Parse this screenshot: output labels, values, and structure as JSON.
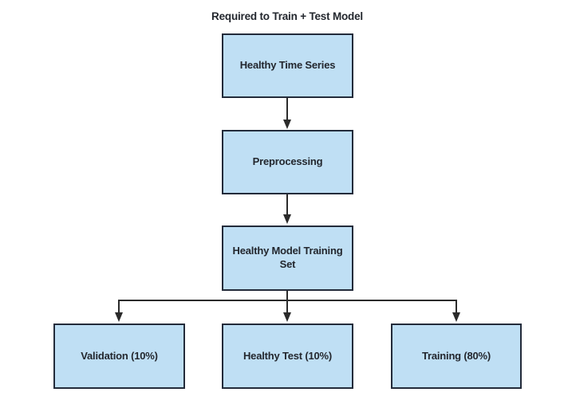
{
  "title": "Required to Train + Test Model",
  "colors": {
    "background": "#ffffff",
    "box_fill": "#bfdff4",
    "box_border": "#232b3a",
    "text": "#23272e",
    "arrow": "#2b2b2b"
  },
  "nodes": [
    {
      "id": "healthy-time-series",
      "label": "Healthy Time Series"
    },
    {
      "id": "preprocessing",
      "label": "Preprocessing"
    },
    {
      "id": "healthy-model-training-set",
      "label": "Healthy Model Training Set"
    },
    {
      "id": "validation-split",
      "label": "Validation (10%)"
    },
    {
      "id": "healthy-test-split",
      "label": "Healthy Test (10%)"
    },
    {
      "id": "training-split",
      "label": "Training (80%)"
    }
  ],
  "edges": [
    {
      "from": "Healthy Time Series",
      "to": "Preprocessing"
    },
    {
      "from": "Preprocessing",
      "to": "Healthy Model Training Set"
    },
    {
      "from": "Healthy Model Training Set",
      "to": "Validation (10%)"
    },
    {
      "from": "Healthy Model Training Set",
      "to": "Healthy Test (10%)"
    },
    {
      "from": "Healthy Model Training Set",
      "to": "Training (80%)"
    }
  ]
}
